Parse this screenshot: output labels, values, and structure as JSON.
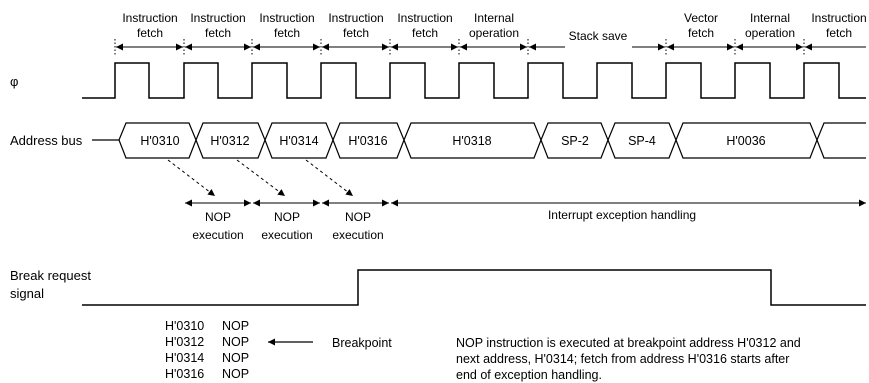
{
  "phase_labels": [
    {
      "line1": "Instruction",
      "line2": "fetch"
    },
    {
      "line1": "Instruction",
      "line2": "fetch"
    },
    {
      "line1": "Instruction",
      "line2": "fetch"
    },
    {
      "line1": "Instruction",
      "line2": "fetch"
    },
    {
      "line1": "Instruction",
      "line2": "fetch"
    },
    {
      "line1": "Internal",
      "line2": "operation"
    },
    {
      "line1": "",
      "line2": "Stack save"
    },
    {
      "line1": "Vector",
      "line2": "fetch"
    },
    {
      "line1": "Internal",
      "line2": "operation"
    },
    {
      "line1": "Instruction",
      "line2": "fetch"
    }
  ],
  "signals": {
    "clock": "φ",
    "address_bus": "Address bus",
    "break_request_line1": "Break request",
    "break_request_line2": "signal"
  },
  "address_values": [
    "H'0310",
    "H'0312",
    "H'0314",
    "H'0316",
    "H'0318",
    "SP-2",
    "SP-4",
    "H'0036"
  ],
  "execution_labels": [
    {
      "line1": "NOP",
      "line2": "execution"
    },
    {
      "line1": "NOP",
      "line2": "execution"
    },
    {
      "line1": "NOP",
      "line2": "execution"
    }
  ],
  "interrupt_label": "Interrupt exception handling",
  "program_listing": [
    {
      "address": "H'0310",
      "instruction": "NOP"
    },
    {
      "address": "H'0312",
      "instruction": "NOP"
    },
    {
      "address": "H'0314",
      "instruction": "NOP"
    },
    {
      "address": "H'0316",
      "instruction": "NOP"
    }
  ],
  "breakpoint_label": "Breakpoint",
  "note_lines": [
    "NOP instruction is executed at breakpoint address H'0312 and",
    "next address, H'0314; fetch from address H'0316 starts after",
    "end of exception handling."
  ]
}
